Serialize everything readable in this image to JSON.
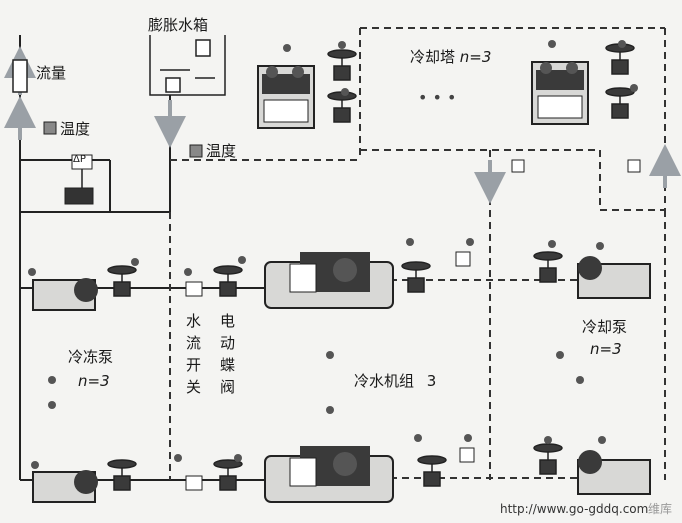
{
  "labels": {
    "flow": "流量",
    "temp_left": "温度",
    "temp_mid": "温度",
    "dp": "ΔP",
    "expansion_tank": "膨胀水箱",
    "cooling_tower": "冷却塔",
    "cooling_tower_n": "n=3",
    "chilled_pump": "冷冻泵",
    "chilled_pump_n": "n=3",
    "cooling_pump": "冷却泵",
    "cooling_pump_n": "n=3",
    "flow_switch": "水流开关",
    "electric_valve": "电动蝶阀",
    "chiller": "冷水机组",
    "chiller_n": "3",
    "watermark": "http://www.go-gddq.com",
    "watermark_site": "维库",
    "ellipsis": "• • •"
  },
  "colors": {
    "line": "#222222",
    "dash": "#333333",
    "arrow": "#9aa0a6",
    "dot": "#555555",
    "equipment": "#3a3a3a",
    "equipment_light": "#d8d8d6"
  }
}
